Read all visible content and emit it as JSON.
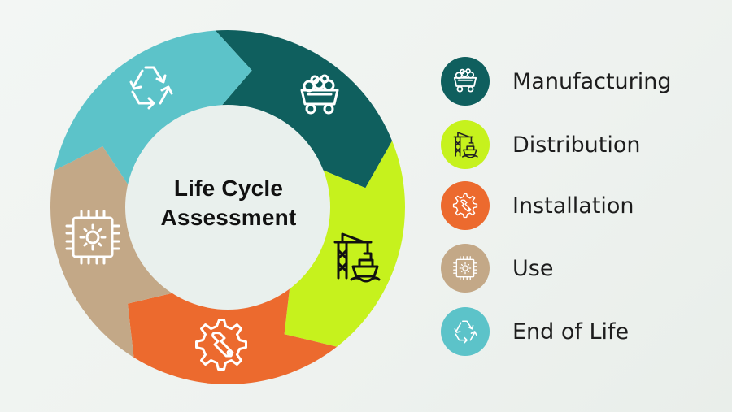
{
  "center": {
    "line1": "Life Cycle",
    "line2": "Assessment"
  },
  "stages": [
    {
      "id": "manufacturing",
      "label": "Manufacturing",
      "color": "#0f5f5e",
      "icon": "mine-cart-icon"
    },
    {
      "id": "distribution",
      "label": "Distribution",
      "color": "#c6f21d",
      "icon": "crane-ship-icon"
    },
    {
      "id": "installation",
      "label": "Installation",
      "color": "#ec6a2e",
      "icon": "gear-wrench-icon"
    },
    {
      "id": "use",
      "label": "Use",
      "color": "#c3a887",
      "icon": "chip-gear-icon"
    },
    {
      "id": "end_of_life",
      "label": "End of Life",
      "color": "#5cc3c9",
      "icon": "recycle-icon"
    }
  ]
}
